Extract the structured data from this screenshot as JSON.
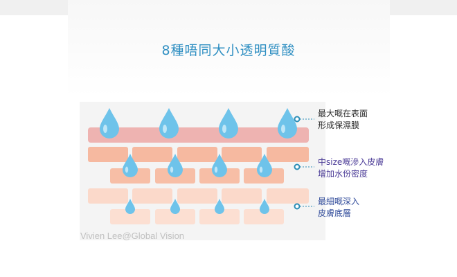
{
  "title": "8種唔同大小透明質酸",
  "layers": [
    {
      "lines": [
        "最大嘅在表面",
        "形成保濕膜"
      ]
    },
    {
      "lines": [
        "中size嘅滲入皮膚",
        "增加水份密度"
      ]
    },
    {
      "lines": [
        "最細嘅深入",
        "皮膚底層"
      ]
    }
  ],
  "watermark": "Vivien Lee@Global Vision",
  "colors": {
    "title": "#2f8fc2",
    "drop": "#6ec3ea",
    "drop_light": "#bfe6f7",
    "film": "#eeb3b1",
    "brick_dark": "#f6b9a0",
    "brick_light": "#fbd9ca",
    "connector": "#2a8db6",
    "label_purple": "#4a3a96",
    "label_blue": "#2f4a9a"
  }
}
